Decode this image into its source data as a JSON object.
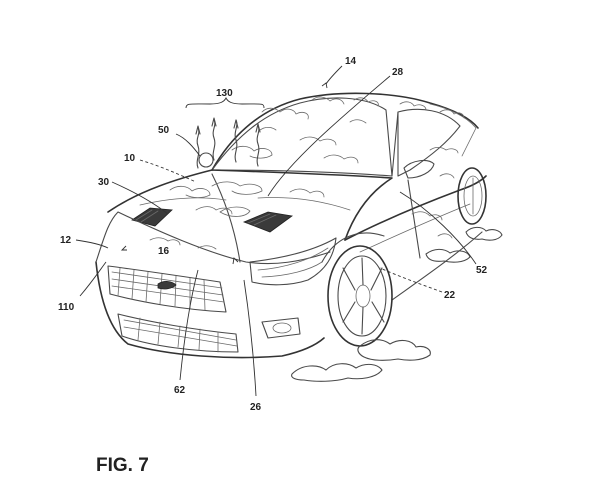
{
  "figure_label": "FIG. 7",
  "refs": {
    "r14": "14",
    "r28": "28",
    "r130": "130",
    "r50": "50",
    "r10": "10",
    "r30": "30",
    "r12": "12",
    "r16": "16",
    "r110": "110",
    "r62": "62",
    "r26": "26",
    "r22": "22",
    "r52": "52"
  }
}
